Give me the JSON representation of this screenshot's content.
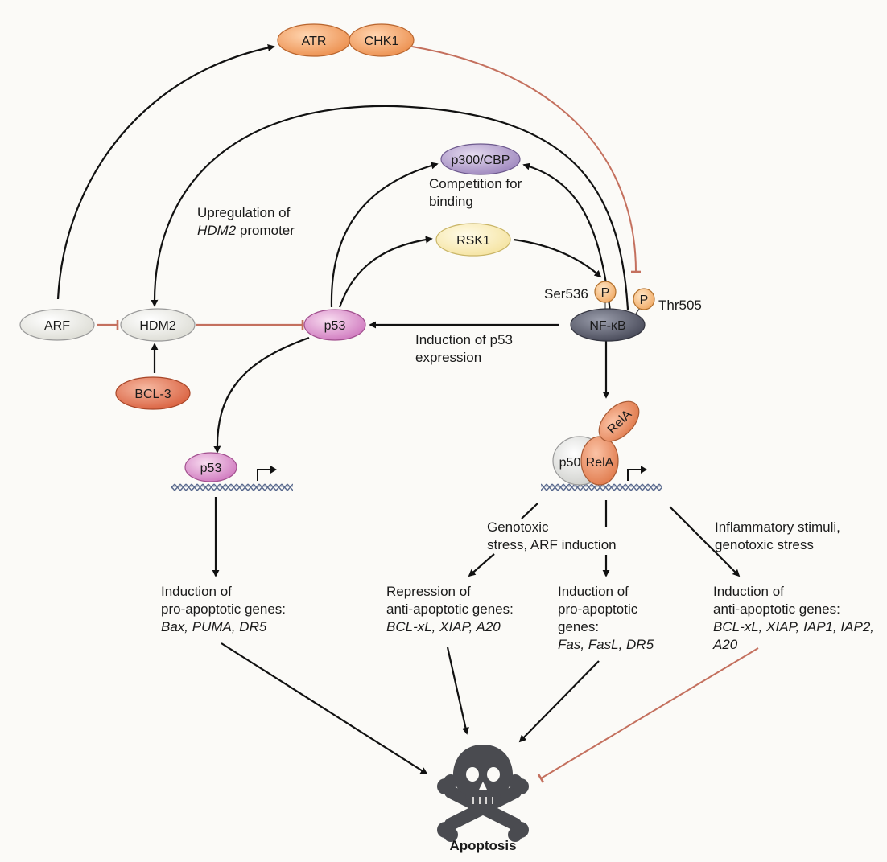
{
  "nodes": {
    "atr": "ATR",
    "chk1": "CHK1",
    "p300_cbp": "p300/CBP",
    "rsk1": "RSK1",
    "arf": "ARF",
    "hdm2": "HDM2",
    "bcl3": "BCL-3",
    "p53_top": "p53",
    "p53_lower": "p53",
    "nfkb": "NF-κB",
    "p_ser": "P",
    "p_thr": "P",
    "rela_top": "RelA",
    "p50": "p50",
    "rela_bottom": "RelA"
  },
  "labels": {
    "ser536": "Ser536",
    "thr505": "Thr505",
    "competition_1": "Competition for",
    "competition_2": "binding",
    "upreg_1": "Upregulation of",
    "upreg_2a": "HDM2",
    "upreg_2b": " promoter",
    "induction_p53_1": "Induction of p53",
    "induction_p53_2": "expression",
    "genotoxic_1": "Genotoxic",
    "genotoxic_2": "stress, ARF induction",
    "inflammatory_1": "Inflammatory stimuli,",
    "inflammatory_2": "genotoxic stress",
    "p53_out_1": "Induction of",
    "p53_out_2": "pro-apoptotic genes:",
    "p53_out_3": "Bax, PUMA, DR5",
    "repress_1": "Repression of",
    "repress_2": "anti-apoptotic genes:",
    "repress_3": "BCL-xL, XIAP, A20",
    "proapop_1": "Induction of",
    "proapop_2": "pro-apoptotic",
    "proapop_3": "genes:",
    "proapop_4": "Fas, FasL, DR5",
    "antiapop_1": "Induction of",
    "antiapop_2": "anti-apoptotic genes:",
    "antiapop_3": "BCL-xL, XIAP, IAP1, IAP2,",
    "antiapop_4": "A20",
    "apoptosis": "Apoptosis"
  },
  "colors": {
    "activation_arrow": "#111111",
    "inhibition_line": "#c4705e",
    "atr_fill": "#f2a46b",
    "p300_fill": "#b9a6cf",
    "rsk1_fill": "#fbf1c4",
    "p53_fill": "#de9ad0",
    "hdm2_fill": "#efefe9",
    "bcl3_fill": "#e57a5c",
    "nfkb_fill": "#5b5e6c",
    "p_fill": "#f7c48e",
    "rela_fill": "#ee9467",
    "dna_color": "#5a6a8e"
  },
  "icons": {
    "apoptosis": "skull-crossbones-icon",
    "transcription_start": "bent-arrow-icon"
  }
}
